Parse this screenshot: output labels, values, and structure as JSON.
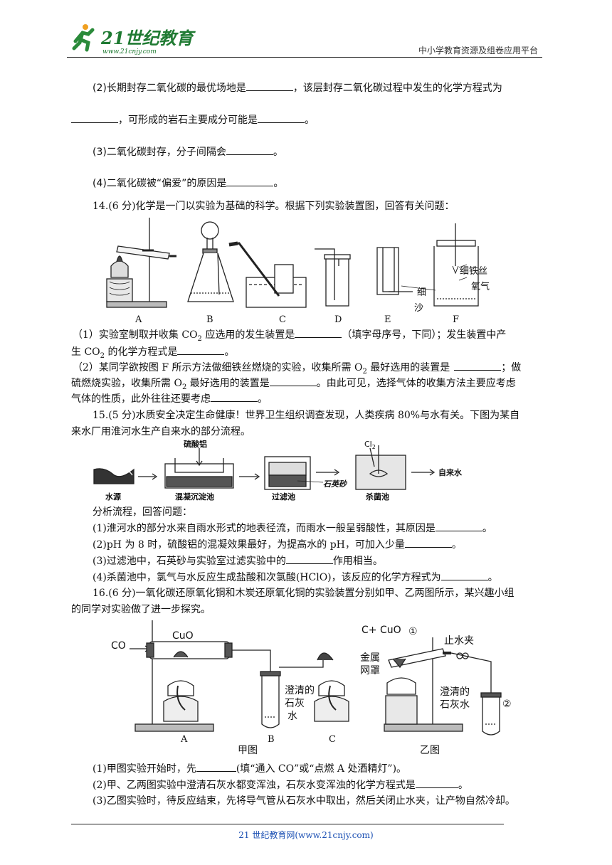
{
  "header": {
    "logo_text": "21世纪教育",
    "logo_url_text": "www.21cnjy.com",
    "right_text": "中小学教育资源及组卷应用平台"
  },
  "q13": {
    "p2_a": "(2)长期封存二氧化碳的最优场地是",
    "p2_b": "，该层封存二氧化碳过程中发生的化学方程式为",
    "p2_c": "，可形成的岩石主要成分可能是",
    "p2_d": "。",
    "p3_a": "(3)二氧化碳封存，分子间隔会",
    "p3_b": "。",
    "p4_a": "(4)二氧化碳被“偏爱”的原因是",
    "p4_b": "。"
  },
  "q14": {
    "stem": "14.(6 分)化学是一门以实验为基础的科学。根据下列实验装置图，回答有关问题：",
    "fig_labels": [
      "A",
      "B",
      "C",
      "D",
      "E",
      "F"
    ],
    "fig_notes": {
      "iron_wire": "细铁丝",
      "oxygen": "氧气",
      "sand_1": "细",
      "sand_2": "沙"
    },
    "p1_a": "（1）实验室制取并收集 CO",
    "p1_b": " 应选用的发生装置是",
    "p1_c": "（填字母序号，下同）；发生装置中产",
    "p1_d": "生 CO",
    "p1_e": " 的化学方程式是",
    "p1_f": "。",
    "p2_a": "（2）某同学欲按图 F 所示方法做细铁丝燃烧的实验，收集所需 O",
    "p2_b": " 最好选用的装置是",
    "p2_c": "；做",
    "p2_d": "硫燃烧实验，收集所需 O",
    "p2_e": " 最好选用的装置是",
    "p2_f": "。由此可见，选择气体的收集方法主要应考虑",
    "p2_g": "气体的性质，此外往往还要考虑",
    "p2_h": "。",
    "sub2": "2"
  },
  "q15": {
    "stem_1": "15.(5 分)水质安全决定生命健康！世界卫生组织调查发现，人类疾病 80%与水有关。下图为某自",
    "stem_2": "来水厂用淮河水生产自来水的部分流程。",
    "flow": {
      "source": "水源",
      "alum": "硫酸铝",
      "settle": "混凝沉淀池",
      "filter": "过滤池",
      "sand": "石英砂",
      "cl2": "Cl",
      "cl2_sub": "2",
      "disinfect": "杀菌池",
      "tap": "自来水"
    },
    "intro": "分析流程，回答问题：",
    "p1_a": "(1)淮河水的部分水来自雨水形式的地表径流，而雨水一般呈弱酸性，其原因是",
    "p1_b": "。",
    "p2_a": "(2)pH 为 8 时，硫酸铝的混凝效果最好，为提高水的 pH，可加入少量",
    "p2_b": "。",
    "p3_a": "(3)过滤池中，石英砂与实验室过滤实验中的",
    "p3_b": "作用相当。",
    "p4_a": "(4)杀菌池中，氯气与水反应生成盐酸和次氯酸(HClO)，该反应的化学方程式为",
    "p4_b": "。"
  },
  "q16": {
    "stem_1": "16.(6 分)一氧化碳还原氧化铜和木炭还原氧化铜的实验装置分别如甲、乙两图所示，某兴趣小组",
    "stem_2": "的同学对实验做了进一步探究。",
    "fig": {
      "co": "CO",
      "cuo": "CuO",
      "lime_1": "澄清的",
      "lime_2": "石灰",
      "lime_3": "水",
      "label_a": "A",
      "label_b": "B",
      "label_c": "C",
      "jia": "甲图",
      "c_cuo": "C+ CuO",
      "circle1": "①",
      "clamp": "止水夹",
      "metal_1": "金属",
      "metal_2": "网罩",
      "lime2_1": "澄清的",
      "lime2_2": "石灰水",
      "circle2": "②",
      "yi": "乙图"
    },
    "p1_a": "(1)甲图实验开始时，先",
    "p1_b": "(填“通入 CO”或“点燃 A 处酒精灯”)。",
    "p2_a": "(2)甲、乙两图实验中澄清石灰水都变浑浊，石灰水变浑浊的化学方程式是",
    "p2_b": "。",
    "p3": "(3)乙图实验时，待反应结束，先将导气管从石灰水中取出，然后关闭止水夹，让产物自然冷却。"
  },
  "footer": {
    "text": "21 世纪教育网(www.21cnjy.com)"
  }
}
